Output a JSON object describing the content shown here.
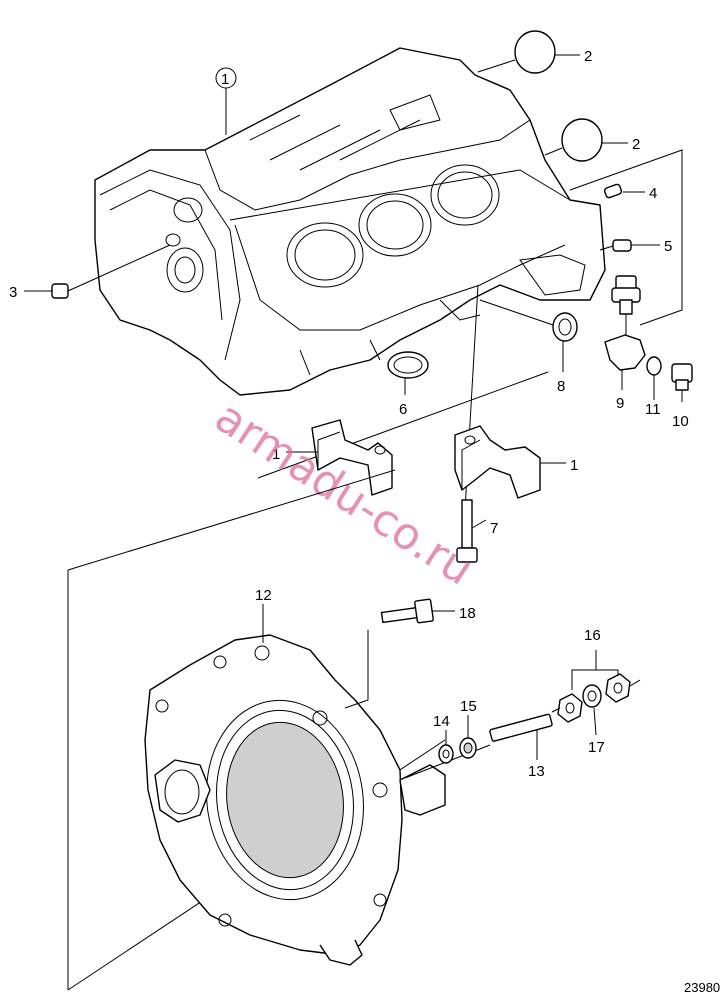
{
  "figure_id": "23980",
  "watermark": "armadu-co.ru",
  "callouts": {
    "c1_top": "1",
    "c1_left": "1",
    "c1_right": "1",
    "c2_a": "2",
    "c2_b": "2",
    "c3": "3",
    "c4": "4",
    "c5": "5",
    "c6": "6",
    "c7": "7",
    "c8": "8",
    "c9": "9",
    "c10": "10",
    "c11": "11",
    "c12": "12",
    "c13": "13",
    "c14": "14",
    "c15": "15",
    "c16": "16",
    "c17": "17",
    "c18": "18"
  }
}
